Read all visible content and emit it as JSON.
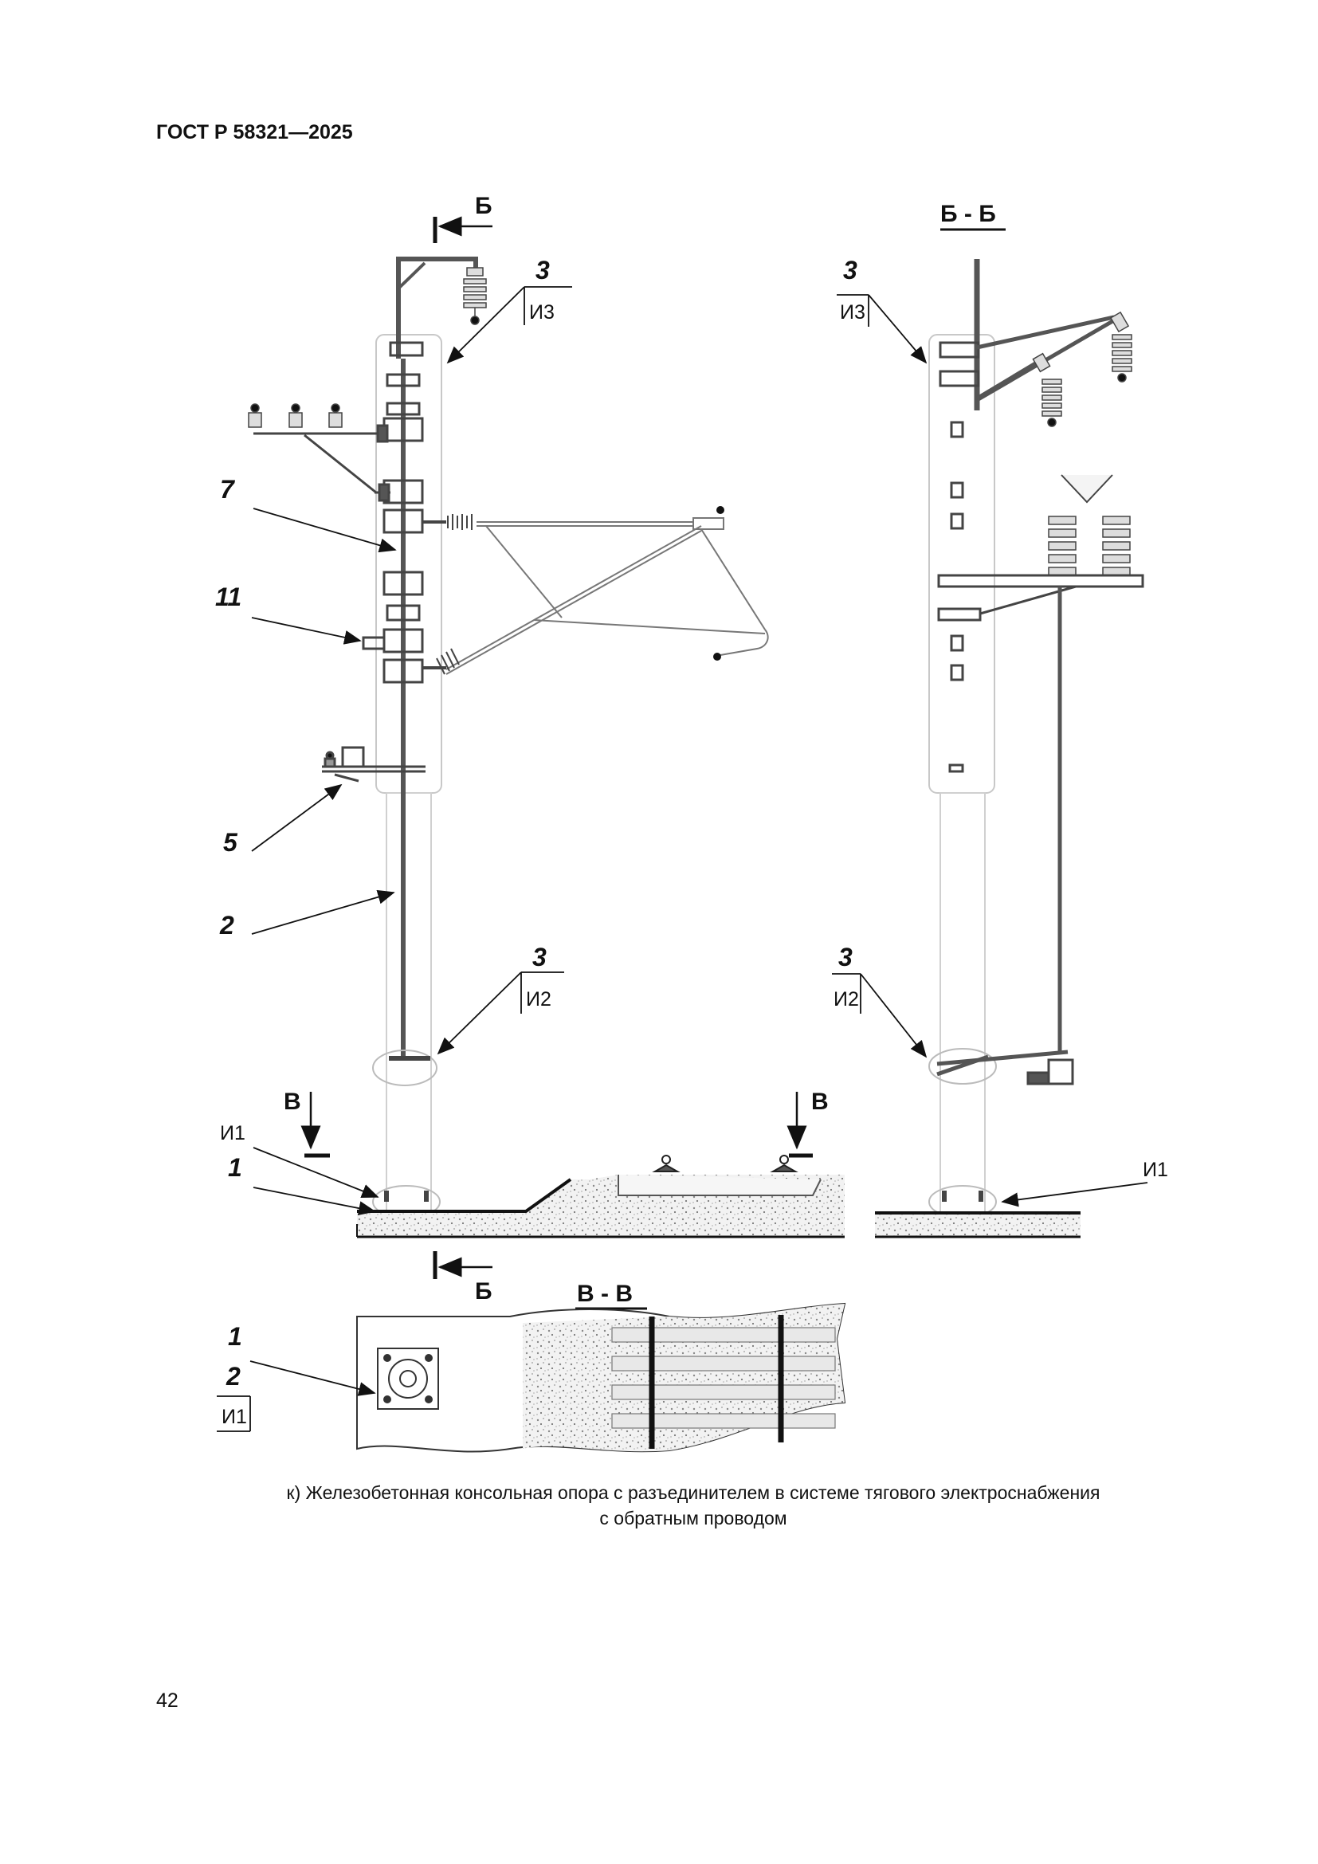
{
  "header": {
    "doc_id": "ГОСТ Р 58321—2025"
  },
  "page": {
    "number": "42"
  },
  "caption": {
    "line1": "к) Железобетонная консольная опора с разъединителем в системе тягового электроснабжения",
    "line2": "с обратным проводом"
  },
  "drawing": {
    "section_b_arrow": "Б",
    "section_b_title": "Б - Б",
    "section_v_arrow": "В",
    "section_v_title": "В - В",
    "callouts": {
      "c3_top_num": "3",
      "c3_top_tag": "И3",
      "c7": "7",
      "c11": "11",
      "c5": "5",
      "c2": "2",
      "c3_mid_num": "3",
      "c3_mid_tag": "И2",
      "c1_tag": "И1",
      "c1": "1",
      "r3_top_num": "3",
      "r3_top_tag": "И3",
      "r3_mid_num": "3",
      "r3_mid_tag": "И2",
      "r_i1": "И1",
      "plan_1": "1",
      "plan_2": "2",
      "plan_tag": "И1"
    }
  }
}
